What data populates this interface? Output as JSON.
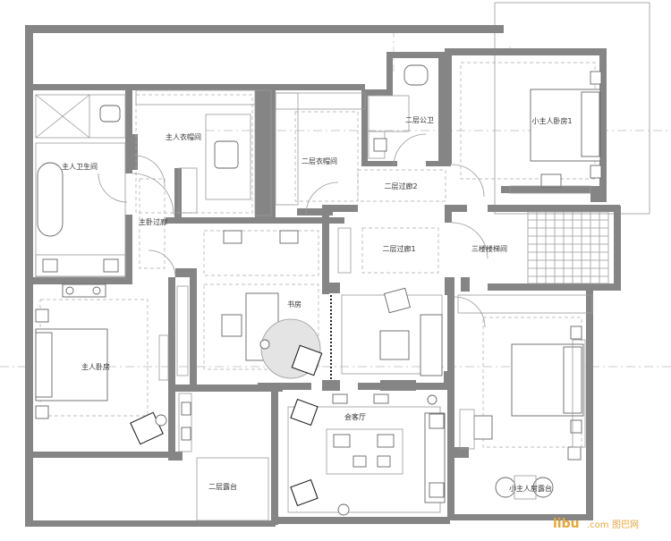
{
  "rooms": {
    "master_bathroom": "主人卫生间",
    "master_closet": "主人衣帽间",
    "second_closet": "二层衣帽间",
    "second_toilet": "二层公卫",
    "young_master_bedroom_1": "小主人卧房1",
    "master_corridor": "主卧过廊",
    "corridor_2": "二层过廊2",
    "corridor_1": "二层过廊1",
    "stairwell_3": "三楼楼梯间",
    "study": "书房",
    "master_bedroom": "主人卧房",
    "lounge": "会客厅",
    "terrace": "二层露台",
    "young_master_terrace": "小主人房露台"
  },
  "watermark": {
    "logo": "libu",
    "suffix": ".com",
    "site": "图巴网"
  }
}
